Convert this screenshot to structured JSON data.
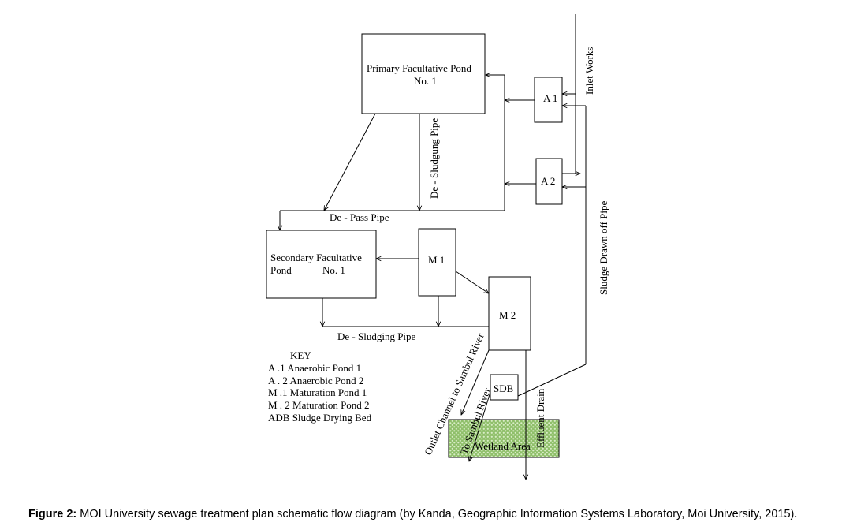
{
  "diagram": {
    "nodes": {
      "primary_pond": {
        "line1": "Primary Facultative Pond",
        "line2": "No. 1"
      },
      "secondary_pond": {
        "line1": "Secondary Facultative",
        "line2a": "Pond",
        "line2b": "No. 1"
      },
      "a1": "A 1",
      "a2": "A 2",
      "m1": "M 1",
      "m2": "M 2",
      "sdb": "SDB",
      "wetland": "Wetland Area"
    },
    "pipes": {
      "inlet_works": "Inlet Works",
      "de_sludging_pipe_top": "De - Sludgung Pipe",
      "de_pass_pipe": "De - Pass Pipe",
      "de_sludging_pipe_bottom": "De - Sludging Pipe",
      "sludge_drawn_off": "Sludge Drawn off Pipe",
      "outlet_channel": "Outlet Channel to Sambul River",
      "to_sambul": "To Sambul River",
      "effluent_drain": "Effluent Drain"
    },
    "key": {
      "title": "KEY",
      "items": [
        "A .1 Anaerobic Pond 1",
        "A . 2 Anaerobic Pond 2",
        "M .1 Maturation Pond 1",
        "M . 2 Maturation Pond 2",
        "ADB Sludge Drying Bed"
      ]
    },
    "colors": {
      "wetland_fill": "#a8d08d",
      "wetland_dots": "#ffffff"
    }
  },
  "caption": {
    "label": "Figure 2:",
    "text": " MOI University sewage treatment plan schematic flow diagram (by Kanda, Geographic Information Systems Laboratory, Moi University, 2015)."
  }
}
